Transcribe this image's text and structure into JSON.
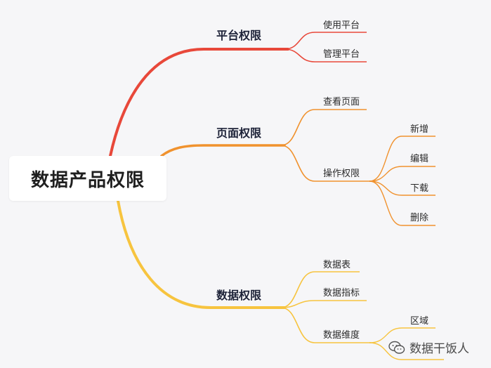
{
  "root": {
    "label": "数据产品权限"
  },
  "branches": [
    {
      "label": "平台权限",
      "color": "#e8483a",
      "children": [
        {
          "label": "使用平台"
        },
        {
          "label": "管理平台"
        }
      ]
    },
    {
      "label": "页面权限",
      "color": "#f0922e",
      "children": [
        {
          "label": "查看页面"
        },
        {
          "label": "操作权限",
          "children": [
            {
              "label": "新增"
            },
            {
              "label": "编辑"
            },
            {
              "label": "下载"
            },
            {
              "label": "删除"
            }
          ]
        }
      ]
    },
    {
      "label": "数据权限",
      "color": "#f7c43f",
      "children": [
        {
          "label": "数据表"
        },
        {
          "label": "数据指标"
        },
        {
          "label": "数据维度",
          "children": [
            {
              "label": "区域"
            }
          ]
        }
      ]
    }
  ],
  "watermark": {
    "text": "数据干饭人",
    "icon": "wechat-icon"
  }
}
